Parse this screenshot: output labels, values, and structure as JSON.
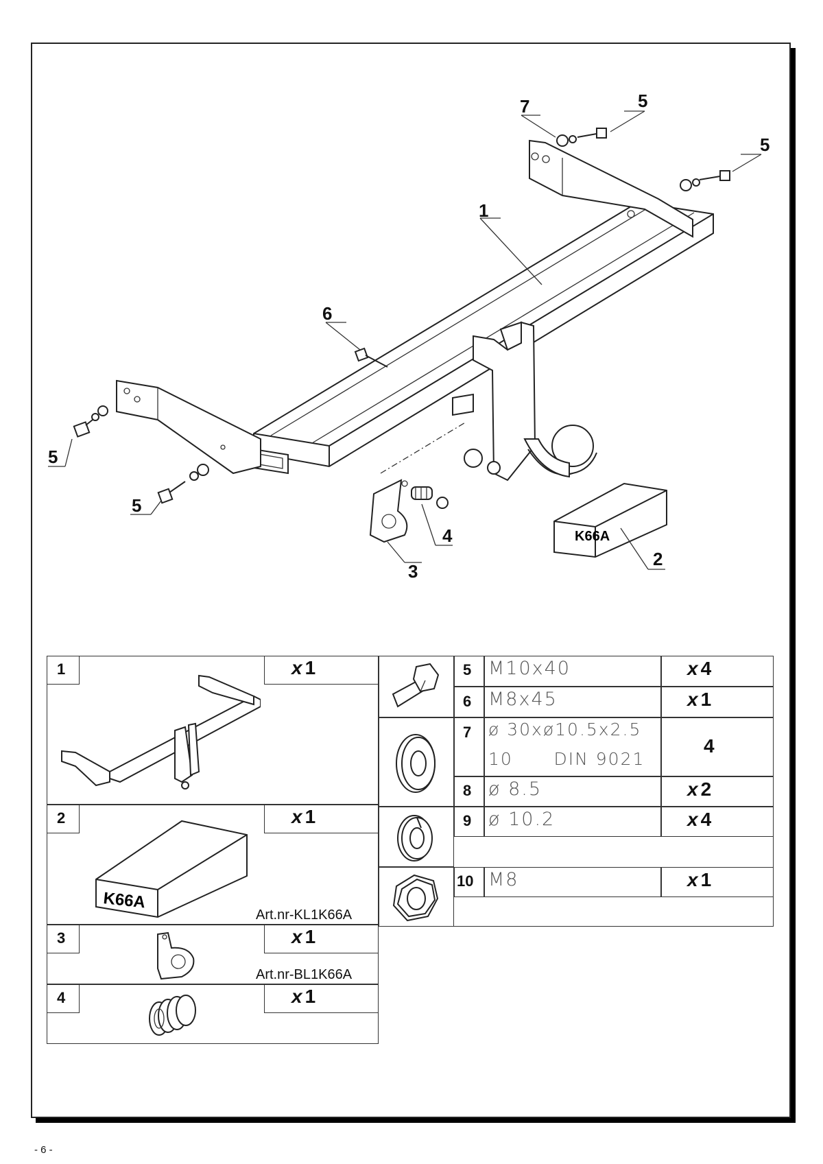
{
  "callouts": [
    {
      "id": "c1",
      "text": "1"
    },
    {
      "id": "c2",
      "text": "2"
    },
    {
      "id": "c3",
      "text": "3"
    },
    {
      "id": "c4",
      "text": "4"
    },
    {
      "id": "c5a",
      "text": "5"
    },
    {
      "id": "c5b",
      "text": "5"
    },
    {
      "id": "c5c",
      "text": "5"
    },
    {
      "id": "c5d",
      "text": "5"
    },
    {
      "id": "c6",
      "text": "6"
    },
    {
      "id": "c7",
      "text": "7"
    }
  ],
  "box_label": "K66A",
  "parts_left": [
    {
      "num": "1",
      "qty_prefix": "x",
      "qty": "1",
      "art": ""
    },
    {
      "num": "2",
      "qty_prefix": "x",
      "qty": "1",
      "art": "Art.nr-KL1K66A",
      "box_label": "K66A"
    },
    {
      "num": "3",
      "qty_prefix": "x",
      "qty": "1",
      "art": "Art.nr-BL1K66A"
    },
    {
      "num": "4",
      "qty_prefix": "x",
      "qty": "1",
      "art": ""
    }
  ],
  "parts_right": [
    {
      "num": "5",
      "spec": "M10x40",
      "qty_prefix": "x",
      "qty": "4"
    },
    {
      "num": "6",
      "spec": "M8x45",
      "qty_prefix": "x",
      "qty": "1"
    },
    {
      "num": "7",
      "spec": "ø 30xø10.5x2.5",
      "spec2": "10      DIN 9021",
      "qty_prefix": "",
      "qty": "4"
    },
    {
      "num": "8",
      "spec": "ø 8.5",
      "qty_prefix": "x",
      "qty": "2"
    },
    {
      "num": "9",
      "spec": "ø 10.2",
      "qty_prefix": "x",
      "qty": "4"
    },
    {
      "num": "10",
      "spec": "M8",
      "qty_prefix": "x",
      "qty": "1"
    }
  ],
  "page_number": "- 6 -"
}
